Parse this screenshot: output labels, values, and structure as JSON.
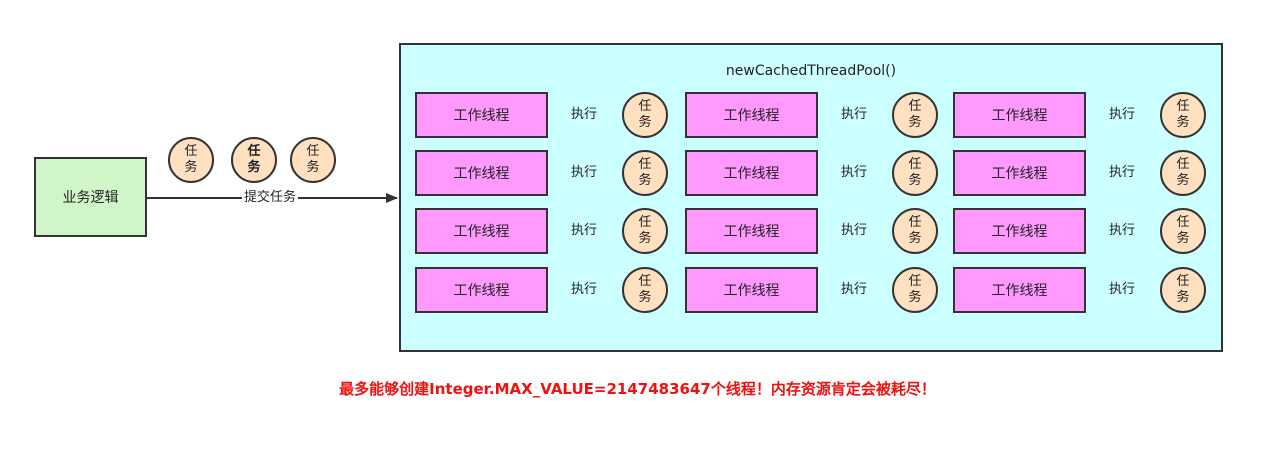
{
  "business": {
    "label": "业务逻辑"
  },
  "submit": {
    "label": "提交任务"
  },
  "queued_tasks": [
    {
      "label": "任务",
      "bold": false
    },
    {
      "label": "任务",
      "bold": true
    },
    {
      "label": "任务",
      "bold": false
    }
  ],
  "pool": {
    "title": "newCachedThreadPool()",
    "worker_label": "工作线程",
    "exec_label": "执行",
    "task_label": "任务",
    "rows": 4,
    "cols": 3
  },
  "warning": "最多能够创建Integer.MAX_VALUE=2147483647个线程！内存资源肯定会被耗尽！"
}
